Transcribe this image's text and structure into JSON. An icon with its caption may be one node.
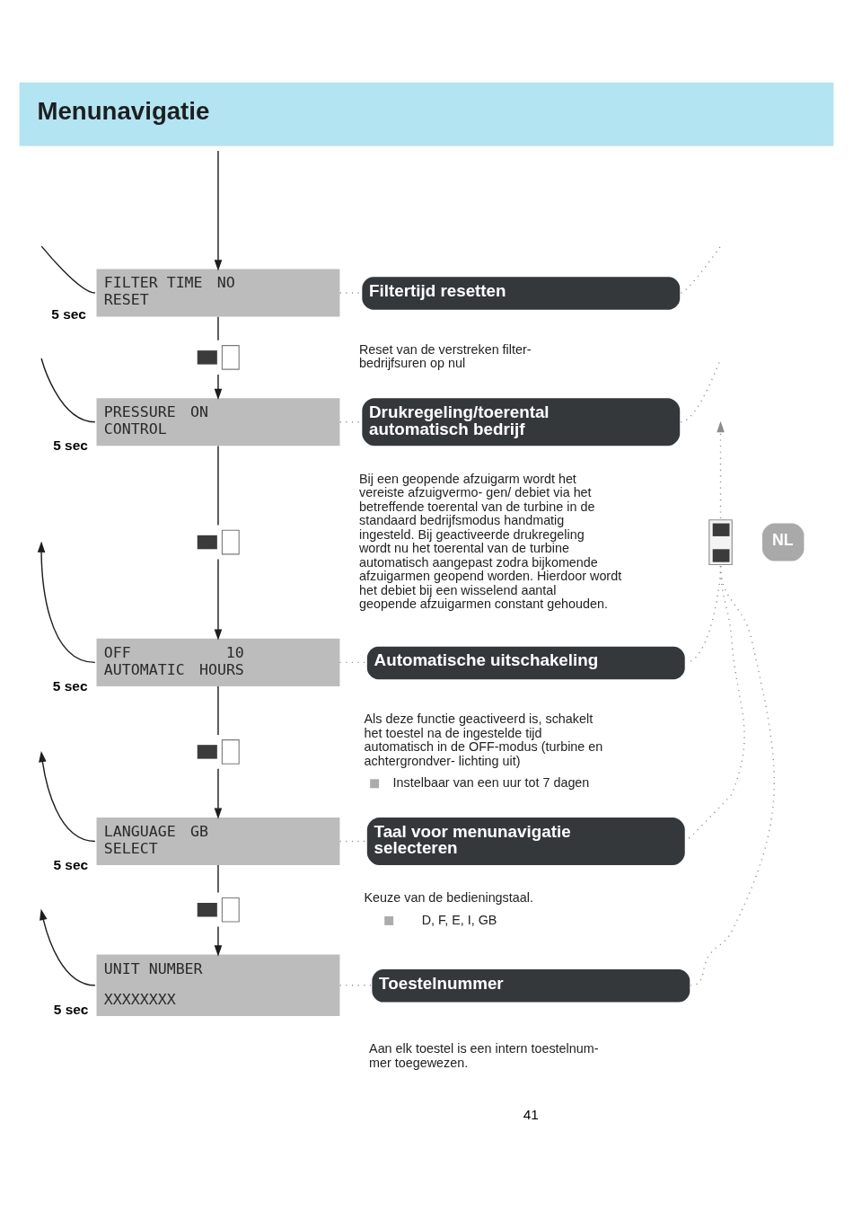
{
  "diagram": {
    "title": "Menunavigatie",
    "nodes": [
      {
        "text": [
          "FILTER TIME RESET",
          "NO"
        ]
      },
      {
        "text": [
          "Filtertijd resetten"
        ],
        "beside": [
          "Reset van de verstreken filter- bedrijfsuren op nul"
        ]
      },
      {
        "text": [],
        "shape": "picture"
      },
      {
        "text": [
          "PRESSURE CONTROL",
          "ON"
        ]
      },
      {
        "text": [
          "Drukregeling/toerental automatisch bedrijf"
        ],
        "beside": [
          "Bij een geopende afzuigarm wordt het vereiste afzuigvermo- gen/ debiet via het betreffende toerental van de turbine in de standaard bedrijfsmodus handmatig ingesteld. Bij geactiveerde drukregeling wordt nu het toerental van de turbine automatisch aangepast zodra bijkomende afzuigarmen geopend worden. Hierdoor wordt het debiet bij een wisselend aantal geopende afzuigarmen constant gehouden."
        ]
      },
      {
        "text": [],
        "shape": "picture"
      },
      {
        "text": [],
        "shape": "picture"
      },
      {
        "text": [
          "OFF AUTOMATIC",
          "10 HOURS"
        ]
      },
      {
        "text": [
          "Automatische uitschakeling"
        ],
        "beside": [
          "Als deze functie geactiveerd is, schakelt het toestel na de ingestelde tijd automatisch in de OFF-modus (turbine en achtergrondver- lichting uit)",
          "Instelbaar van een uur tot 7 dagen"
        ]
      },
      {
        "text": [],
        "shape": "picture"
      },
      {
        "text": [
          "LANGUAGE SELECT",
          "GB"
        ]
      },
      {
        "text": [
          "Taal voor menunavigatie selecteren"
        ],
        "beside": [
          "Keuze van de bedieningstaal.",
          "D, F, E, I, GB"
        ]
      },
      {
        "text": [],
        "shape": "picture"
      },
      {
        "text": [
          "UNIT NUMBER",
          "XXXXXXXX"
        ]
      },
      {
        "text": [
          "Toestelnummer"
        ],
        "beside": [
          "Aan elk toestel is een intern toestelnum- mer toegewezen."
        ]
      }
    ],
    "edges": [
      {
        "from": null,
        "to": 0,
        "arrow": "to"
      },
      {
        "from": 0,
        "to": 2,
        "arrow": "none"
      },
      {
        "from": 2,
        "to": 3,
        "arrow": "to"
      },
      {
        "from": 3,
        "to": 5,
        "arrow": "none"
      },
      {
        "from": 5,
        "to": 7,
        "arrow": "to"
      },
      {
        "from": 7,
        "to": 9,
        "arrow": "none"
      },
      {
        "from": 9,
        "to": 10,
        "arrow": "to"
      },
      {
        "from": 10,
        "to": 12,
        "arrow": "none"
      },
      {
        "from": 12,
        "to": 13,
        "arrow": "to"
      },
      {
        "from": 0,
        "to": 1,
        "arrow": "none",
        "style": "dashed",
        "color": "#8c8c8c"
      },
      {
        "from": 3,
        "to": 4,
        "arrow": "none",
        "style": "dashed",
        "color": "#8c8c8c"
      },
      {
        "from": 7,
        "to": 8,
        "arrow": "none",
        "style": "dashed",
        "color": "#8c8c8c"
      },
      {
        "from": 10,
        "to": 11,
        "arrow": "none",
        "style": "dashed",
        "color": "#8c8c8c"
      },
      {
        "from": 13,
        "to": 14,
        "arrow": "none",
        "style": "dashed",
        "color": "#8c8c8c"
      },
      {
        "from": 0,
        "to": null,
        "arrow": "none",
        "label": "5 sec"
      },
      {
        "from": 3,
        "to": null,
        "arrow": "none",
        "label": "5 sec"
      },
      {
        "from": 7,
        "to": null,
        "arrow": "to",
        "label": "5 sec"
      },
      {
        "from": 10,
        "to": null,
        "arrow": "to",
        "label": "5 sec"
      },
      {
        "from": 13,
        "to": null,
        "arrow": "to",
        "label": "5 sec"
      },
      {
        "from": 1,
        "to": null,
        "arrow": "none",
        "style": "dashed",
        "color": "#8c8c8c"
      },
      {
        "from": 4,
        "to": null,
        "arrow": "none",
        "style": "dashed",
        "color": "#8c8c8c"
      },
      {
        "from": 6,
        "to": 8,
        "arrow": "none",
        "style": "dashed",
        "color": "#8c8c8c"
      },
      {
        "from": 6,
        "to": 11,
        "arrow": "none",
        "style": "dashed",
        "color": "#8c8c8c"
      },
      {
        "from": 6,
        "to": 14,
        "arrow": "none",
        "style": "dashed",
        "color": "#8c8c8c"
      },
      {
        "from": 6,
        "to": null,
        "arrow": "to",
        "style": "dashed",
        "color": "#8c8c8c"
      }
    ],
    "labels": [
      "NL",
      "41"
    ]
  }
}
